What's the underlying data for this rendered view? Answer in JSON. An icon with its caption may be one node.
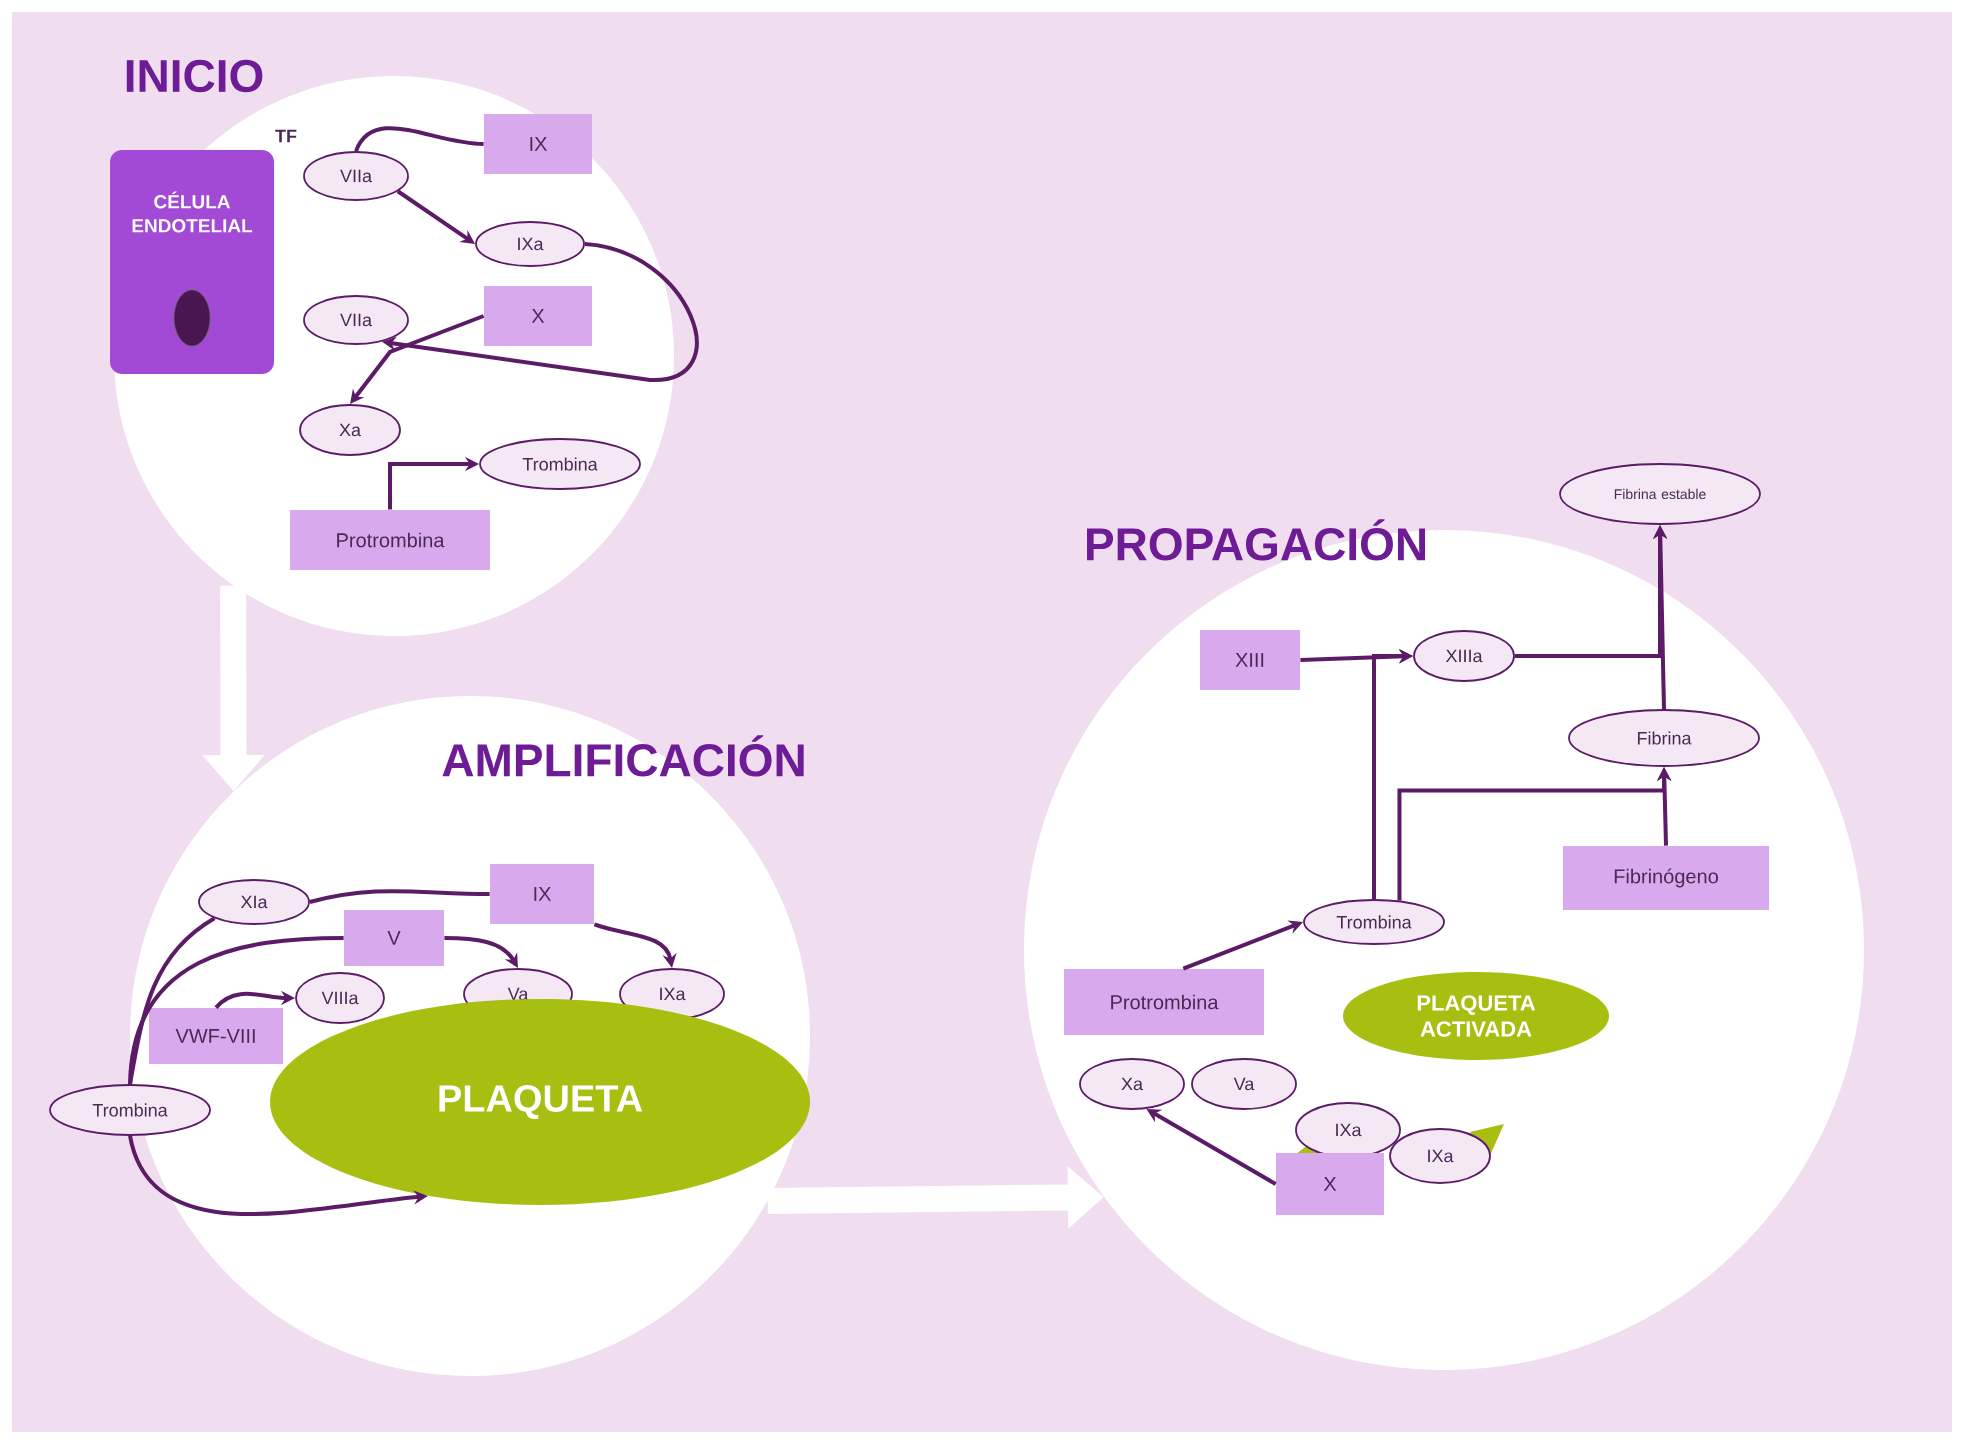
{
  "diagram": {
    "nodes": [
      {
        "text": [
          "INICIO"
        ]
      },
      {
        "text": [
          "CÉLULA ENDOTELIAL"
        ],
        "in": 0
      },
      {
        "text": [
          "IX"
        ],
        "in": 0
      },
      {
        "text": [
          "VIIa"
        ],
        "in": 0,
        "beside": [
          "TF"
        ]
      },
      {
        "text": [
          "IXa"
        ],
        "in": 0
      },
      {
        "text": [
          "VIIa"
        ],
        "in": 0
      },
      {
        "text": [
          "X"
        ],
        "in": 0
      },
      {
        "text": [
          "Xa"
        ],
        "in": 0
      },
      {
        "text": [
          "Trombina"
        ],
        "in": 0
      },
      {
        "text": [
          "Protrombina"
        ],
        "in": 0
      },
      {
        "text": [
          "AMPLIFICACIÓN"
        ]
      },
      {
        "text": [
          "XIa"
        ],
        "in": 10
      },
      {
        "text": [
          "IX"
        ],
        "in": 10
      },
      {
        "text": [
          "V"
        ],
        "in": 10
      },
      {
        "text": [
          "VIIIa"
        ],
        "in": 10
      },
      {
        "text": [
          "Va"
        ],
        "in": 10
      },
      {
        "text": [
          "IXa"
        ],
        "in": 10
      },
      {
        "text": [
          "VWF-VIII"
        ],
        "in": 10
      },
      {
        "text": [
          "Trombina"
        ]
      },
      {
        "text": [
          "PLAQUETA"
        ],
        "in": 10
      },
      {
        "text": [
          "PROPAGACIÓN"
        ]
      },
      {
        "text": [
          "Fibrina estable"
        ]
      },
      {
        "text": [
          "XIII"
        ],
        "in": 20
      },
      {
        "text": [
          "XIIIa"
        ],
        "in": 20
      },
      {
        "text": [
          "Fibrina"
        ],
        "in": 20
      },
      {
        "text": [
          "Fibrinógeno"
        ],
        "in": 20
      },
      {
        "text": [
          "Trombina"
        ],
        "in": 20
      },
      {
        "text": [
          "Protrombina"
        ],
        "in": 20
      },
      {
        "text": [
          "PLAQUETA ACTIVADA"
        ],
        "in": 20
      },
      {
        "text": [
          "Xa"
        ],
        "in": 20
      },
      {
        "text": [
          "Va"
        ],
        "in": 20
      },
      {
        "text": [
          "IXa"
        ],
        "in": 20
      },
      {
        "text": [
          "IXa"
        ],
        "in": 20
      },
      {
        "text": [
          "X"
        ],
        "in": 20
      }
    ],
    "edges": [
      {
        "from": 2,
        "to": 3,
        "arrow": "none"
      },
      {
        "from": 3,
        "to": 4,
        "arrow": "to"
      },
      {
        "from": 4,
        "to": 5,
        "arrow": "to"
      },
      {
        "from": 6,
        "to": 7,
        "arrow": "to"
      },
      {
        "from": 9,
        "to": 8,
        "arrow": "to"
      },
      {
        "from": 0,
        "to": 10,
        "arrow": "to",
        "style": "thick",
        "color": "#ffffff"
      },
      {
        "from": 18,
        "to": 11,
        "arrow": "none"
      },
      {
        "from": 11,
        "to": 12,
        "arrow": "none"
      },
      {
        "from": 12,
        "to": 16,
        "arrow": "to"
      },
      {
        "from": 18,
        "to": 13,
        "arrow": "none"
      },
      {
        "from": 13,
        "to": 15,
        "arrow": "to"
      },
      {
        "from": 17,
        "to": 14,
        "arrow": "to"
      },
      {
        "from": 18,
        "to": 19,
        "arrow": "to"
      },
      {
        "from": 10,
        "to": 20,
        "arrow": "to",
        "style": "thick",
        "color": "#ffffff"
      },
      {
        "from": 22,
        "to": 23,
        "arrow": "to"
      },
      {
        "from": 26,
        "to": 23,
        "arrow": "to"
      },
      {
        "from": 23,
        "to": 21,
        "arrow": "to"
      },
      {
        "from": 24,
        "to": 21,
        "arrow": "to"
      },
      {
        "from": 26,
        "to": 24,
        "arrow": "to"
      },
      {
        "from": 25,
        "to": 24,
        "arrow": "to"
      },
      {
        "from": 27,
        "to": 26,
        "arrow": "to"
      },
      {
        "from": 33,
        "to": 29,
        "arrow": "to"
      }
    ]
  }
}
